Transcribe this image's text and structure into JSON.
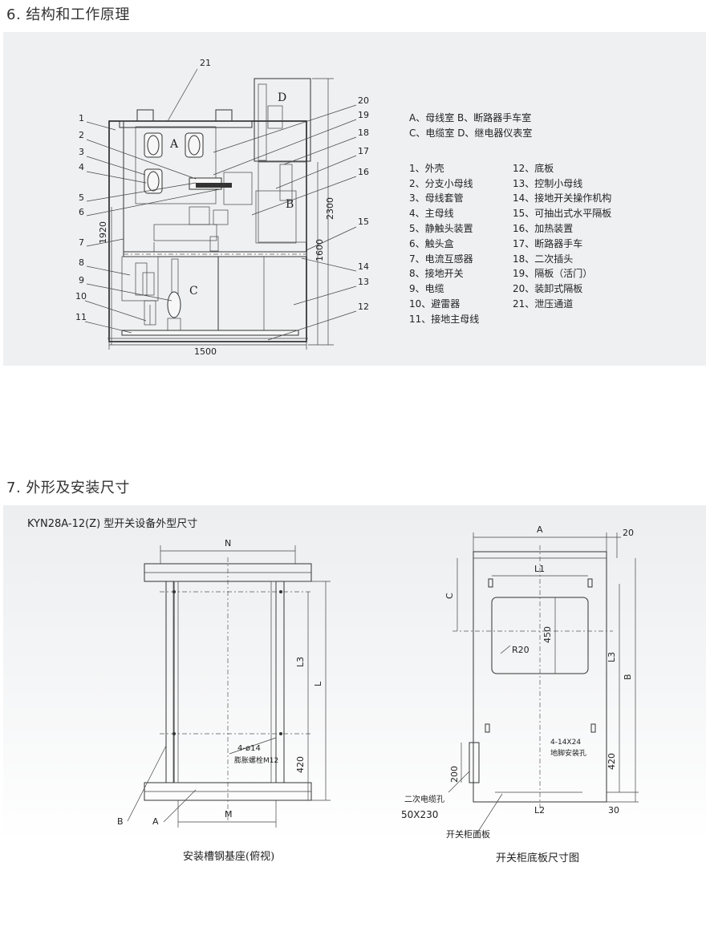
{
  "section6": {
    "title": "6. 结构和工作原理",
    "zones": {
      "a": "A",
      "b": "B",
      "c": "C",
      "d": "D"
    },
    "part_numbers_left": [
      "1",
      "2",
      "3",
      "4",
      "5",
      "6",
      "7",
      "8",
      "9",
      "10",
      "11"
    ],
    "part_numbers_right": [
      "21",
      "20",
      "19",
      "18",
      "17",
      "16",
      "15",
      "14",
      "13",
      "12"
    ],
    "dimensions": {
      "width": "1500",
      "height_total": "2300",
      "height_1920": "1920",
      "height_1600": "1600"
    },
    "compartments": [
      "A、母线室  B、断路器手车室",
      "C、电缆室  D、继电器仪表室"
    ],
    "legend_left": [
      "1、外壳",
      "2、分支小母线",
      "3、母线套管",
      "4、主母线",
      "5、静触头装置",
      "6、触头盒",
      "7、电流互感器",
      "8、接地开关",
      "9、电缆",
      "10、避雷器",
      "11、接地主母线"
    ],
    "legend_right": [
      "12、底板",
      "13、控制小母线",
      "14、接地开关操作机构",
      "15、可抽出式水平隔板",
      "16、加热装置",
      "17、断路器手车",
      "18、二次插头",
      "19、隔板（活门）",
      "20、装卸式隔板",
      "21、泄压通道"
    ]
  },
  "section7": {
    "title": "7. 外形及安装尺寸",
    "subtitle": "KYN28A-12(Z) 型开关设备外型尺寸",
    "left_drawing": {
      "caption": "安装槽钢基座(俯视)",
      "labels": {
        "n": "N",
        "l3": "L3",
        "l": "L",
        "m": "M",
        "d420": "420",
        "bolt": "4-ø14",
        "bolt_note": "膨胀螺栓M12",
        "b": "B",
        "a": "A"
      }
    },
    "right_drawing": {
      "caption": "开关柜底板尺寸图",
      "labels": {
        "a": "A",
        "d20": "20",
        "l1": "L1",
        "c": "C",
        "d450": "450",
        "r20": "R20",
        "l3": "L3",
        "b": "B",
        "hole": "4-14X24",
        "hole_note": "地脚安装孔",
        "d420": "420",
        "d200": "200",
        "cable_hole": "二次电缆孔",
        "cable_size": "50X230",
        "l2": "L2",
        "d30": "30",
        "panel": "开关柜面板"
      }
    }
  }
}
